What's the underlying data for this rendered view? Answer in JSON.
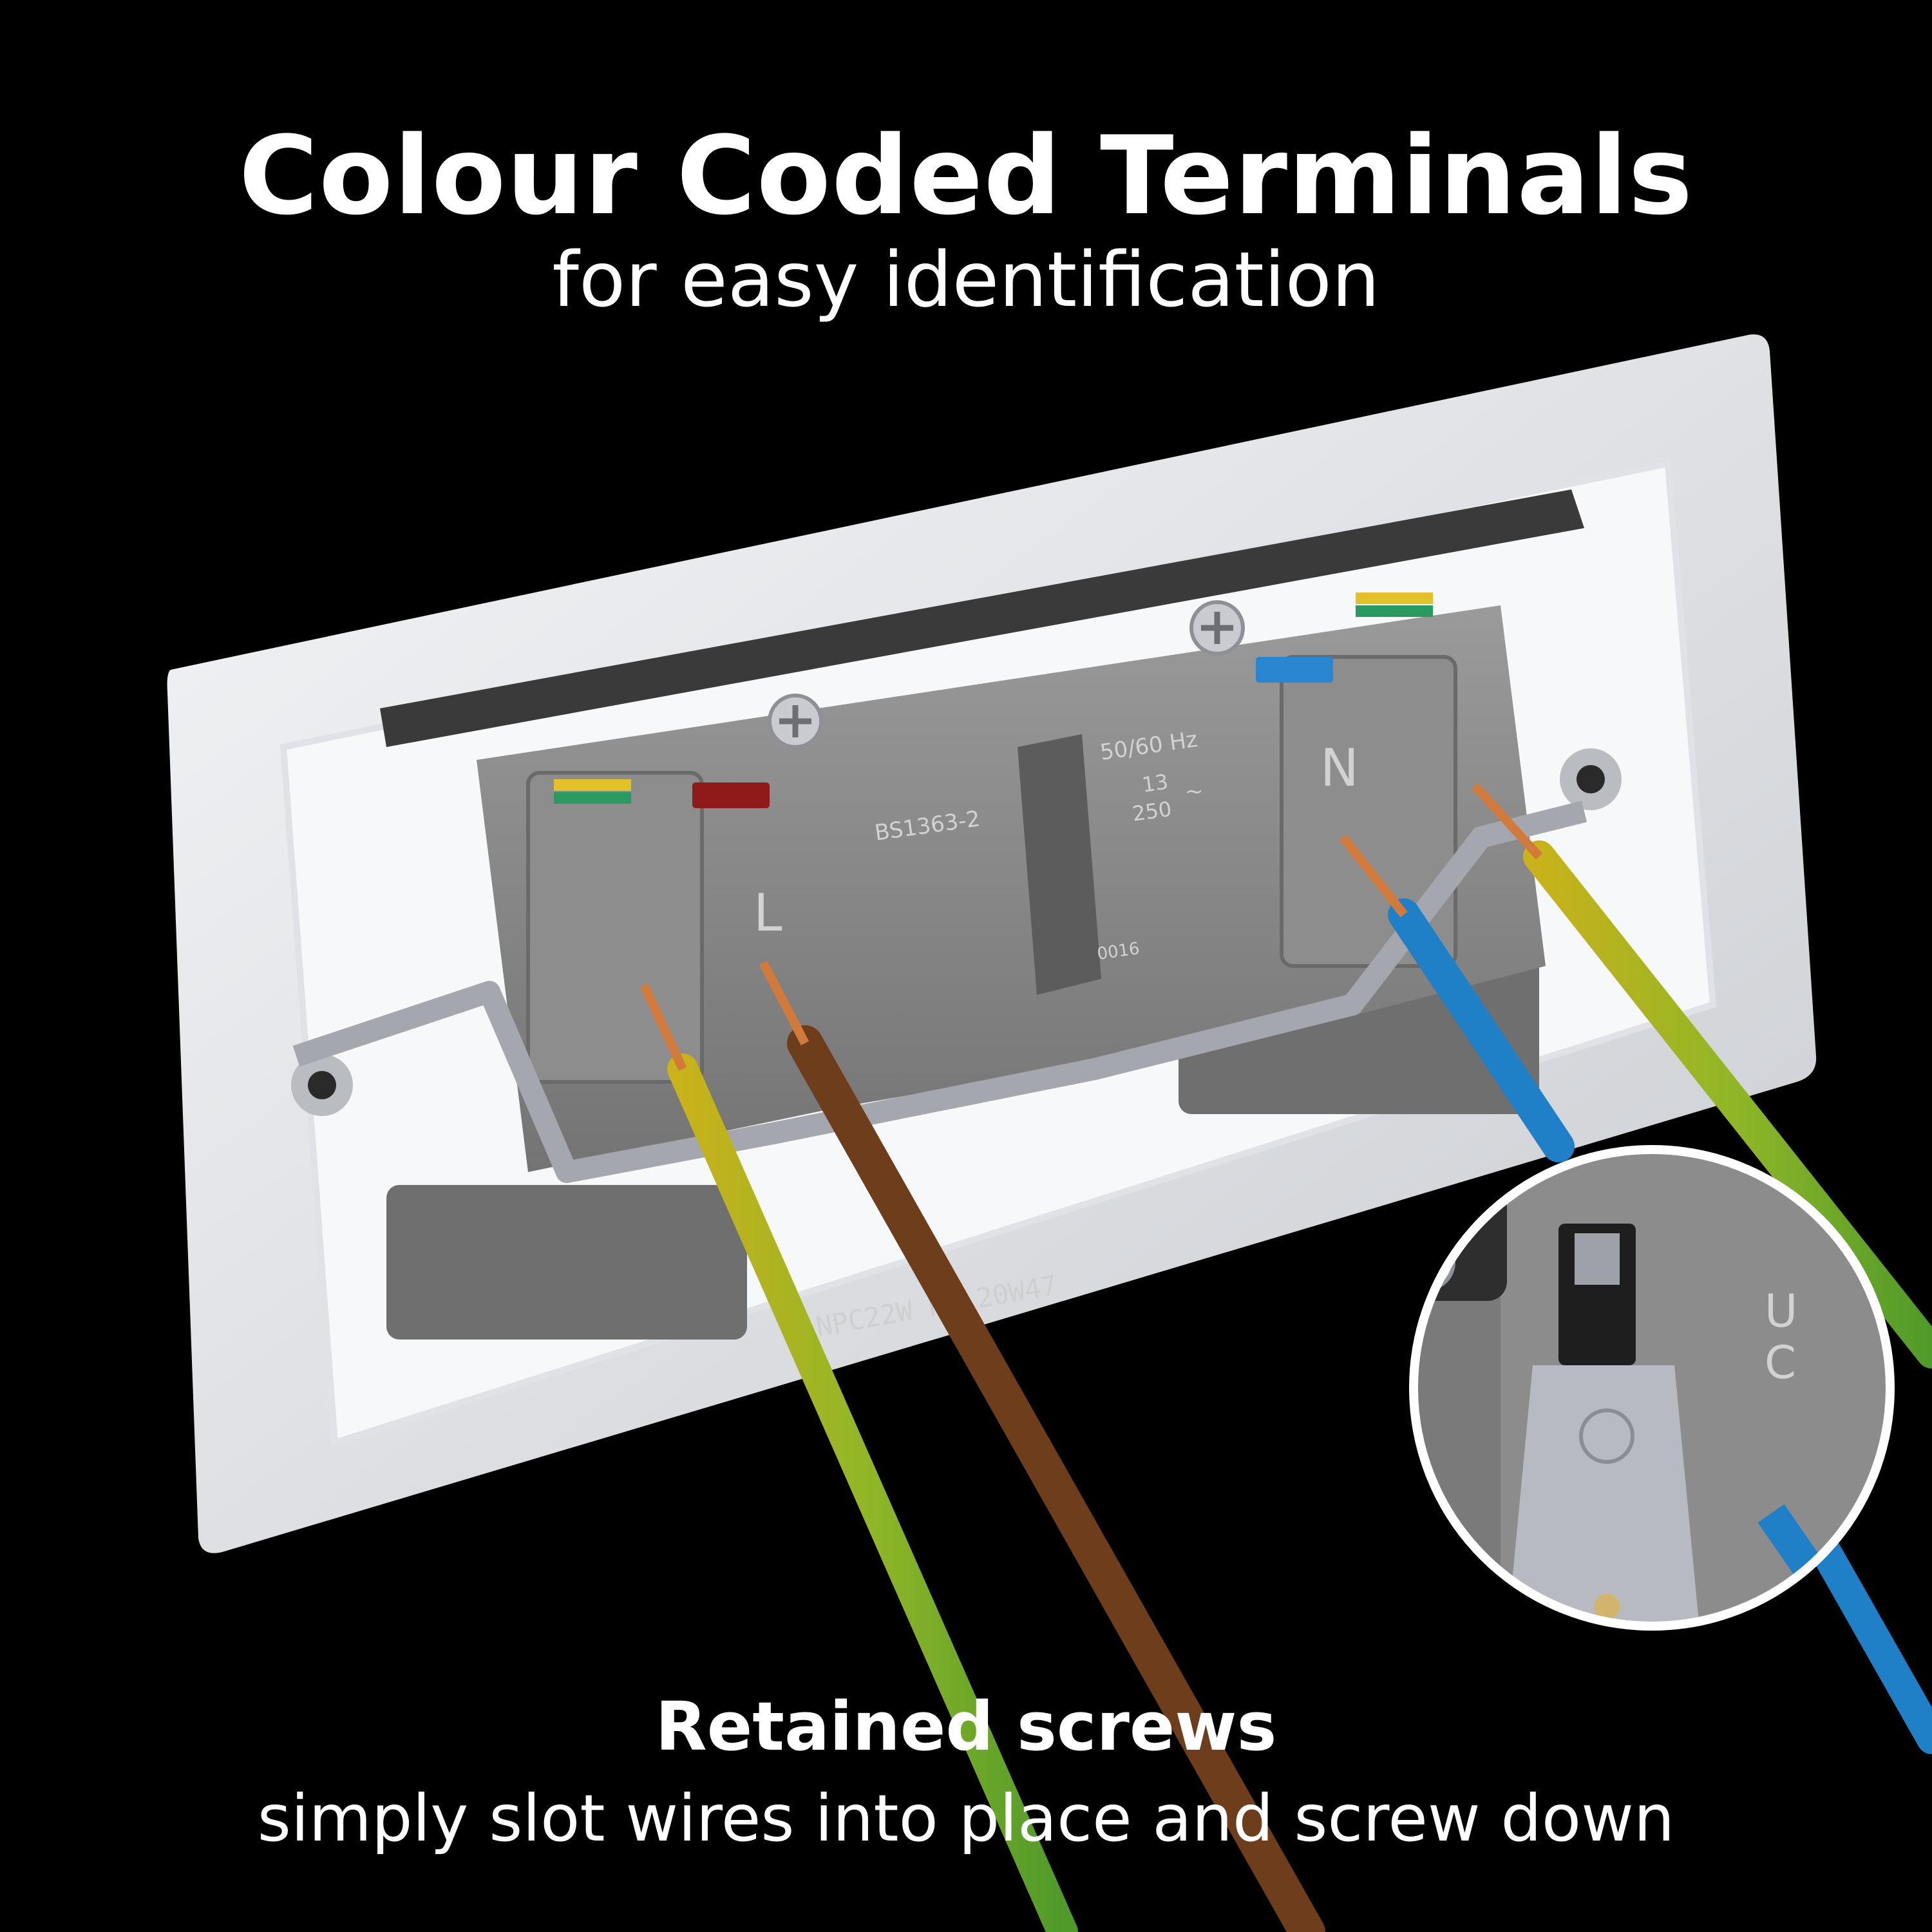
{
  "headline": {
    "title": "Colour Coded Terminals",
    "subtitle": "for easy identification"
  },
  "feature": {
    "title": "Retained screws",
    "subtitle": "simply slot wires into place and screw down"
  },
  "markings": {
    "standard": "BS1363-2",
    "frequency": "50/60 Hz",
    "amps": "13",
    "volts": "250",
    "ac_symbol": "~",
    "cert_code": "0016",
    "live_label": "L",
    "neutral_label": "N",
    "mould_code": "NPC22W R6 20W47",
    "zoom_marking_1": "U",
    "zoom_marking_2": "C"
  },
  "colors": {
    "background": "#000000",
    "plate": "#e9ebee",
    "terminal_block": "#8a8a8a",
    "earth_wire": "#9fba1c",
    "live_wire": "#6e3e1c",
    "neutral_wire": "#1f7fc7",
    "live_marker": "#8e1a1a",
    "neutral_marker": "#2a86d0"
  }
}
